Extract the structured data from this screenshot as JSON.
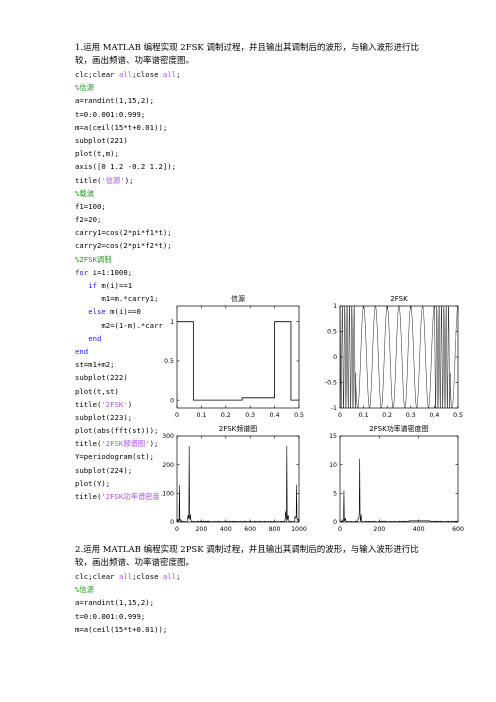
{
  "section1": {
    "title_line1": "1.运用 MATLAB 编程实现 2FSK 调制过程，并且输出其调制后的波形，与输入波形进行比",
    "title_line2": "较，画出频谱、功率谱密度图。",
    "code": [
      {
        "parts": [
          {
            "t": "clc;clear ",
            "c": ""
          },
          {
            "t": "all",
            "c": "str"
          },
          {
            "t": ";close ",
            "c": ""
          },
          {
            "t": "all",
            "c": "str"
          },
          {
            "t": ";",
            "c": ""
          }
        ]
      },
      {
        "parts": [
          {
            "t": "%信源",
            "c": "cm"
          }
        ]
      },
      {
        "parts": [
          {
            "t": "a=randint(1,15,2);",
            "c": ""
          }
        ]
      },
      {
        "parts": [
          {
            "t": "t=0:0.001:0.999;",
            "c": ""
          }
        ]
      },
      {
        "parts": [
          {
            "t": "m=a(ceil(15*t+0.01));",
            "c": ""
          }
        ]
      },
      {
        "parts": [
          {
            "t": "subplot(221)",
            "c": ""
          }
        ]
      },
      {
        "parts": [
          {
            "t": "plot(t,m);",
            "c": ""
          }
        ]
      },
      {
        "parts": [
          {
            "t": "axis([0 1.2 -0.2 1.2]);",
            "c": ""
          }
        ]
      },
      {
        "parts": [
          {
            "t": "title(",
            "c": ""
          },
          {
            "t": "'信源'",
            "c": "str"
          },
          {
            "t": ");",
            "c": ""
          }
        ]
      },
      {
        "parts": [
          {
            "t": "%载波",
            "c": "cm"
          }
        ]
      },
      {
        "parts": [
          {
            "t": "f1=100;",
            "c": ""
          }
        ]
      },
      {
        "parts": [
          {
            "t": "f2=20;",
            "c": ""
          }
        ]
      },
      {
        "parts": [
          {
            "t": "carry1=cos(2*pi*f1*t);",
            "c": ""
          }
        ]
      },
      {
        "parts": [
          {
            "t": "carry2=cos(2*pi*f2*t);",
            "c": ""
          }
        ]
      },
      {
        "parts": [
          {
            "t": "%2FSK调制",
            "c": "cm"
          }
        ]
      },
      {
        "parts": [
          {
            "t": "for ",
            "c": "kw"
          },
          {
            "t": "i=1:1000;",
            "c": ""
          }
        ]
      },
      {
        "parts": [
          {
            "t": "   ",
            "c": ""
          },
          {
            "t": "if ",
            "c": "kw"
          },
          {
            "t": "m(i)==1",
            "c": ""
          }
        ]
      },
      {
        "parts": [
          {
            "t": "      m1=m.*carry1;",
            "c": ""
          }
        ]
      },
      {
        "parts": [
          {
            "t": "   ",
            "c": ""
          },
          {
            "t": "else ",
            "c": "kw"
          },
          {
            "t": "m(i)==0",
            "c": ""
          }
        ]
      },
      {
        "parts": [
          {
            "t": "      m2=(1-m).*carr",
            "c": ""
          }
        ]
      },
      {
        "parts": [
          {
            "t": "   ",
            "c": ""
          },
          {
            "t": "end",
            "c": "kw"
          }
        ]
      },
      {
        "parts": [
          {
            "t": "end",
            "c": "kw"
          }
        ]
      },
      {
        "parts": [
          {
            "t": "st=m1+m2;",
            "c": ""
          }
        ]
      },
      {
        "parts": [
          {
            "t": "subplot(222)",
            "c": ""
          }
        ]
      },
      {
        "parts": [
          {
            "t": "plot(t,st)",
            "c": ""
          }
        ]
      },
      {
        "parts": [
          {
            "t": "title(",
            "c": ""
          },
          {
            "t": "'2FSK'",
            "c": "str"
          },
          {
            "t": ")",
            "c": ""
          }
        ]
      },
      {
        "parts": [
          {
            "t": "subplot(223);",
            "c": ""
          }
        ]
      },
      {
        "parts": [
          {
            "t": "plot(abs(fft(st)));",
            "c": ""
          }
        ]
      },
      {
        "parts": [
          {
            "t": "title(",
            "c": ""
          },
          {
            "t": "'2FSK频谱图'",
            "c": "str"
          },
          {
            "t": ");",
            "c": ""
          }
        ]
      },
      {
        "parts": [
          {
            "t": "Y=periodogram(st);",
            "c": ""
          }
        ]
      },
      {
        "parts": [
          {
            "t": "subplot(224);",
            "c": ""
          }
        ]
      },
      {
        "parts": [
          {
            "t": "plot(Y);",
            "c": ""
          }
        ]
      },
      {
        "parts": [
          {
            "t": "title(",
            "c": ""
          },
          {
            "t": "'2FSK功率谱密度'",
            "c": "str"
          }
        ]
      }
    ]
  },
  "section2": {
    "title_line1": "2.运用 MATLAB 编程实现 2PSK 调制过程，并且输出其调制后的波形，与输入波形进行比",
    "title_line2": "较，画出频谱、功率谱密度图。",
    "code": [
      {
        "parts": [
          {
            "t": "clc;clear ",
            "c": ""
          },
          {
            "t": "all",
            "c": "str"
          },
          {
            "t": ";close ",
            "c": ""
          },
          {
            "t": "all",
            "c": "str"
          },
          {
            "t": ";",
            "c": ""
          }
        ]
      },
      {
        "parts": [
          {
            "t": "%信源",
            "c": "cm"
          }
        ]
      },
      {
        "parts": [
          {
            "t": "a=randint(1,15,2);",
            "c": ""
          }
        ]
      },
      {
        "parts": [
          {
            "t": "t=0:0.001:0.999;",
            "c": ""
          }
        ]
      },
      {
        "parts": [
          {
            "t": "m=a(ceil(15*t+0.01));",
            "c": ""
          }
        ]
      }
    ]
  },
  "chart_data": [
    {
      "type": "line",
      "title": "信源",
      "xlim": [
        0,
        0.5
      ],
      "ylim": [
        -0.1,
        1.2
      ],
      "xticks": [
        "0",
        "0.1",
        "0.2",
        "0.3",
        "0.4",
        "0.5"
      ],
      "yticks": [
        "0",
        "0.5",
        "1"
      ],
      "x": [
        0,
        0.067,
        0.067,
        0.267,
        0.267,
        0.4,
        0.4,
        0.467,
        0.467,
        0.5
      ],
      "y": [
        1,
        1,
        0,
        0,
        0.03,
        0.03,
        1,
        1,
        0,
        0
      ]
    },
    {
      "type": "line",
      "title": "2FSK",
      "xlim": [
        0,
        0.5
      ],
      "ylim": [
        -1,
        1
      ],
      "xticks": [
        "0",
        "0.1",
        "0.2",
        "0.3",
        "0.4",
        "0.5"
      ],
      "yticks": [
        "-1",
        "-0.5",
        "0",
        "0.5",
        "1"
      ],
      "segments": [
        {
          "x0": 0,
          "x1": 0.067,
          "freq": 100
        },
        {
          "x0": 0.067,
          "x1": 0.267,
          "freq": 20
        },
        {
          "x0": 0.267,
          "x1": 0.4,
          "freq": 20
        },
        {
          "x0": 0.4,
          "x1": 0.467,
          "freq": 100
        },
        {
          "x0": 0.467,
          "x1": 0.5,
          "freq": 20
        }
      ]
    },
    {
      "type": "line",
      "title": "2FSK频谱图",
      "xlim": [
        0,
        1000
      ],
      "ylim": [
        0,
        300
      ],
      "xticks": [
        "0",
        "200",
        "400",
        "600",
        "800",
        "1000"
      ],
      "yticks": [
        "0",
        "100",
        "200",
        "300"
      ],
      "peaks": [
        {
          "x": 20,
          "y": 130
        },
        {
          "x": 100,
          "y": 265
        },
        {
          "x": 900,
          "y": 265
        },
        {
          "x": 980,
          "y": 130
        }
      ]
    },
    {
      "type": "line",
      "title": "2FSK功率谱密度图",
      "xlim": [
        0,
        600
      ],
      "ylim": [
        0,
        15
      ],
      "xticks": [
        "0",
        "200",
        "400",
        "600"
      ],
      "yticks": [
        "0",
        "5",
        "10",
        "15"
      ],
      "peaks": [
        {
          "x": 20,
          "y": 5.5
        },
        {
          "x": 100,
          "y": 11
        }
      ]
    }
  ]
}
